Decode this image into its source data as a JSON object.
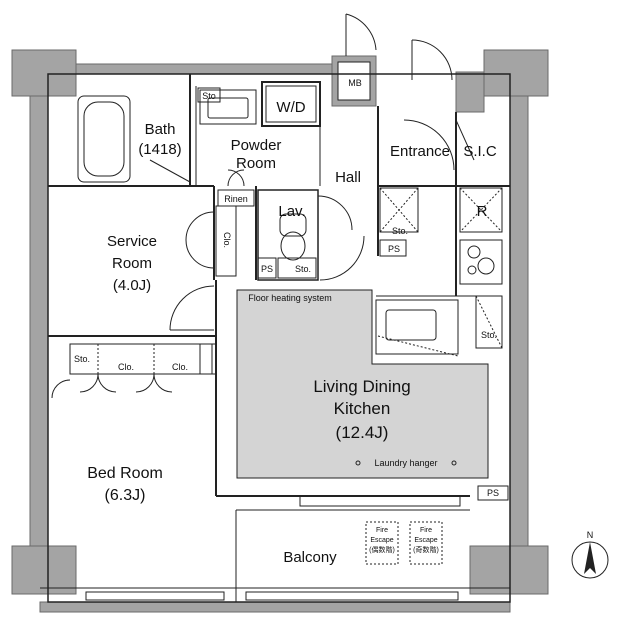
{
  "rooms": {
    "bath": {
      "line1": "Bath",
      "line2": "(1418)"
    },
    "powder": {
      "line1": "Powder",
      "line2": "Room"
    },
    "wd": "W/D",
    "sto_powder": "Sto",
    "mb": "MB",
    "entrance": "Entrance",
    "sic": "S.I.C",
    "hall": "Hall",
    "rinen": "Rinen",
    "lav": "Lav.",
    "r": "R",
    "service": {
      "line1": "Service",
      "line2": "Room",
      "line3": "(4.0J)"
    },
    "clo_service": "Clo.",
    "ps_hall": "PS",
    "sto_lav": "Sto.",
    "sto_entrance": "Sto.",
    "ps_entrance": "PS",
    "sto_kitchen": "Sto.",
    "floor_heating": "Floor heating system",
    "ldk": {
      "line1": "Living Dining",
      "line2": "Kitchen",
      "line3": "(12.4J)"
    },
    "laundry": "Laundry hanger",
    "sto_bed": "Sto.",
    "clo_bed_1": "Clo.",
    "clo_bed_2": "Clo.",
    "bed": {
      "line1": "Bed Room",
      "line2": "(6.3J)"
    },
    "ps_balcony": "PS",
    "balcony": "Balcony",
    "fire1": {
      "line1": "Fire",
      "line2": "Escape",
      "line3": "(偶数階)"
    },
    "fire2": {
      "line1": "Fire",
      "line2": "Escape",
      "line3": "(奇数階)"
    }
  },
  "north": "N",
  "colors": {
    "wall": "#a4a4a4",
    "wall_stroke": "#6a6a6a",
    "floor_heating": "#d4d4d4",
    "line": "#222222"
  }
}
